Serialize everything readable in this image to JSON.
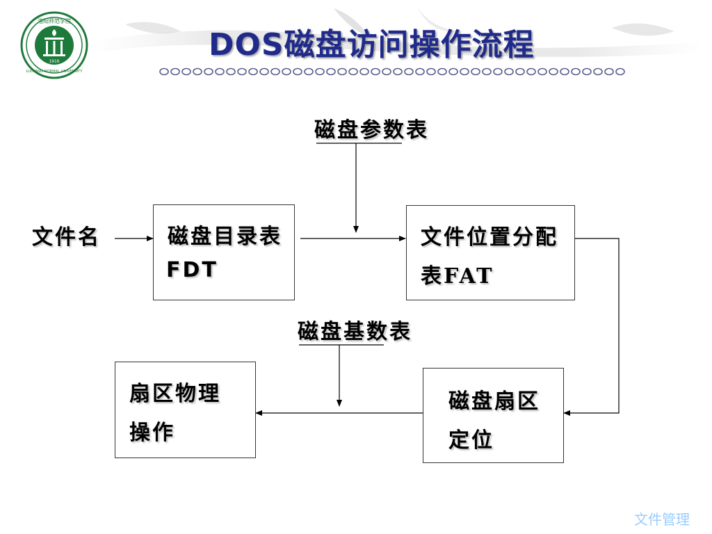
{
  "header": {
    "title": "DOS磁盘访问操作流程",
    "logo": {
      "top_text": "洛阳师范学院",
      "bottom_text": "LUOYANG NORMAL UNIVERSITY",
      "year": "1916"
    }
  },
  "diagram": {
    "nodes": {
      "filename": "文件名",
      "fdt_line1": "磁盘目录表",
      "fdt_line2": "FDT",
      "fat_line1": "文件位置分配",
      "fat_line2": "表FAT",
      "locate_line1": "磁盘扇区",
      "locate_line2": "定位",
      "physical_line1": "扇区物理",
      "physical_line2": "操作"
    },
    "inputs": {
      "param_table": "磁盘参数表",
      "base_table": "磁盘基数表"
    }
  },
  "footer": {
    "text": "文件管理"
  },
  "colors": {
    "title": "#1f2a8a",
    "accent_green": "#1e7a3a",
    "footer": "#99ccff"
  }
}
